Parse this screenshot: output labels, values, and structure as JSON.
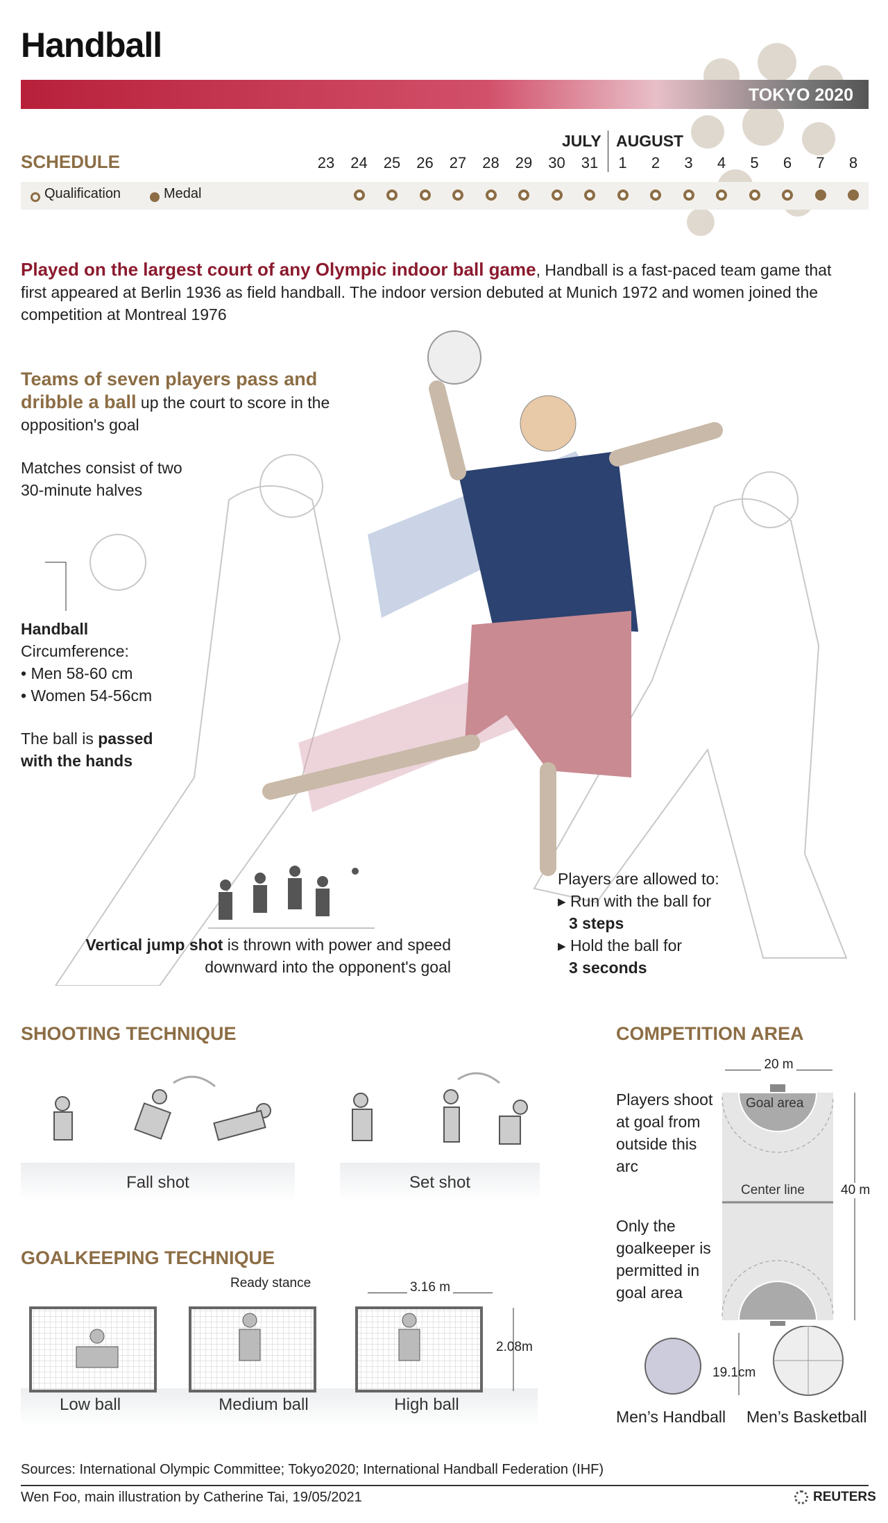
{
  "title": "Handball",
  "banner": "TOKYO 2020",
  "schedule": {
    "heading": "SCHEDULE",
    "month1": "JULY",
    "month2": "AUGUST",
    "days": [
      "23",
      "24",
      "25",
      "26",
      "27",
      "28",
      "29",
      "30",
      "31",
      "1",
      "2",
      "3",
      "4",
      "5",
      "6",
      "7",
      "8"
    ],
    "events": [
      "none",
      "qualification",
      "qualification",
      "qualification",
      "qualification",
      "qualification",
      "qualification",
      "qualification",
      "qualification",
      "qualification",
      "qualification",
      "qualification",
      "qualification",
      "qualification",
      "qualification",
      "medal",
      "medal"
    ],
    "legend_qualification": "Qualification",
    "legend_medal": "Medal",
    "colors": {
      "accent": "#8c6d45",
      "brand": "#b8203a"
    }
  },
  "intro": {
    "lead": "Played on the largest court of any Olympic indoor ball game",
    "rest": ", Handball is a fast-paced team game that first appeared at Berlin 1936 as field handball. The indoor version debuted at Munich 1972 and women joined the competition at Montreal 1976"
  },
  "teams": {
    "lead": "Teams of seven players pass and dribble a ball",
    "rest": " up the court to score in the opposition's goal"
  },
  "matches": "Matches consist of two 30-minute halves",
  "ball": {
    "title": "Handball",
    "circ": "Circumference:",
    "men": "• Men 58-60 cm",
    "women": "• Women 54-56cm"
  },
  "passed": {
    "pre": "The ball is ",
    "bold": "passed with the hands"
  },
  "jump": {
    "bold": "Vertical jump shot",
    "rest": " is thrown with power and speed downward into the opponent's goal"
  },
  "allowed": {
    "title": "Players are allowed to:",
    "r1": "Run with the ball for",
    "r1b": "3 steps",
    "r2": "Hold the ball for",
    "r2b": "3 seconds"
  },
  "shooting": {
    "heading": "SHOOTING TECHNIQUE",
    "fall": "Fall shot",
    "set": "Set shot"
  },
  "goalkeeping": {
    "heading": "GOALKEEPING TECHNIQUE",
    "low": "Low ball",
    "medium": "Medium ball",
    "high": "High ball",
    "ready": "Ready stance",
    "width": "3.16 m",
    "height": "2.08m"
  },
  "court": {
    "heading": "COMPETITION AREA",
    "width": "20 m",
    "length": "40 m",
    "goal_area": "Goal area",
    "center": "Center line",
    "note1": "Players shoot at goal from outside this arc",
    "note2": "Only the goalkeeper is permitted in goal area",
    "diameter": "19.1cm",
    "hb": "Men’s Handball",
    "bb": "Men’s Basketball"
  },
  "sources": "Sources: International Olympic Committee; Tokyo2020;  International Handball Federation (IHF)",
  "credit": "Wen Foo, main illustration by Catherine Tai, 19/05/2021",
  "logo": "REUTERS"
}
